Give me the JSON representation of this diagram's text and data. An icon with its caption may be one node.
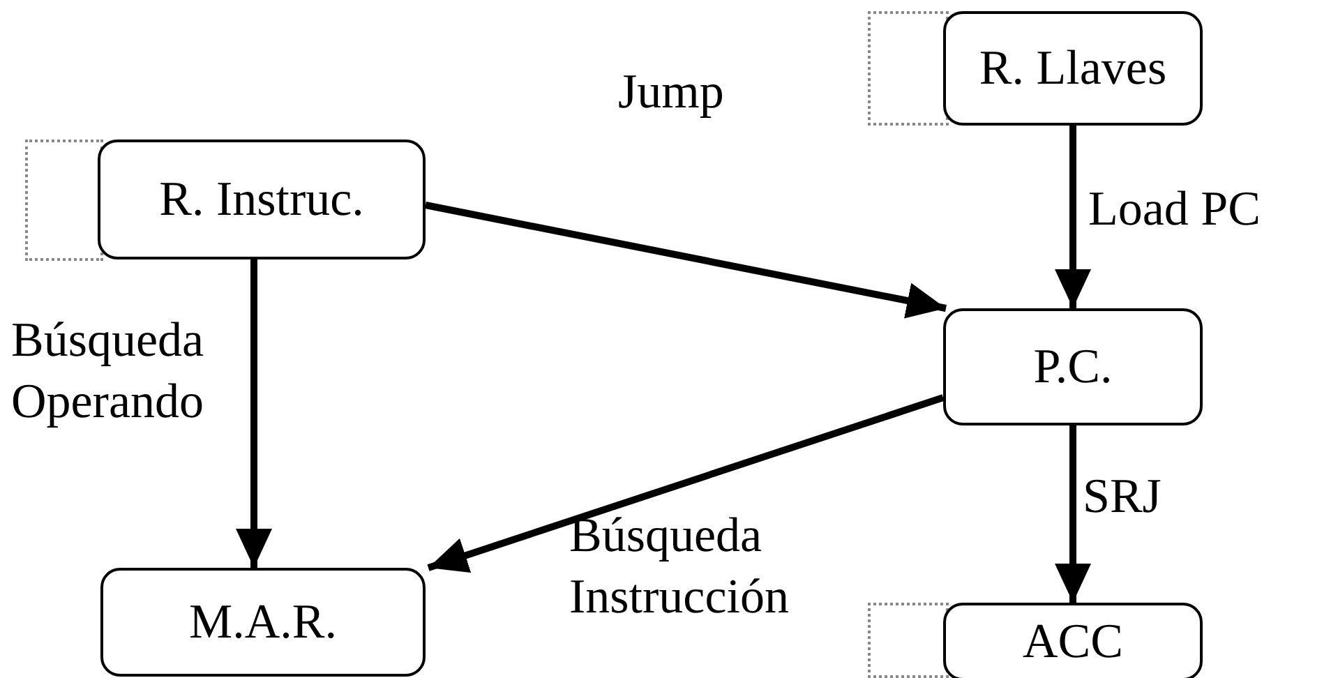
{
  "diagram": {
    "nodes": [
      {
        "text": [],
        "shape": "box"
      },
      {
        "text": [
          "R. Llaves"
        ]
      },
      {
        "text": [],
        "shape": "box"
      },
      {
        "text": [
          "R. Instruc."
        ]
      },
      {
        "text": [
          "P.C."
        ]
      },
      {
        "text": [
          "M.A.R."
        ]
      },
      {
        "text": [],
        "shape": "box"
      },
      {
        "text": [
          "ACC"
        ]
      }
    ],
    "edges": [
      {
        "from": 1,
        "to": 4,
        "arrow": "to",
        "label": "Load PC"
      },
      {
        "from": 3,
        "to": 4,
        "arrow": "to",
        "label": "Jump"
      },
      {
        "from": 3,
        "to": 5,
        "arrow": "to",
        "label": "Búsqueda Operando"
      },
      {
        "from": 4,
        "to": 5,
        "arrow": "to",
        "label": "Búsqueda Instrucción"
      },
      {
        "from": 4,
        "to": 7,
        "arrow": "to",
        "label": "SRJ"
      }
    ]
  }
}
